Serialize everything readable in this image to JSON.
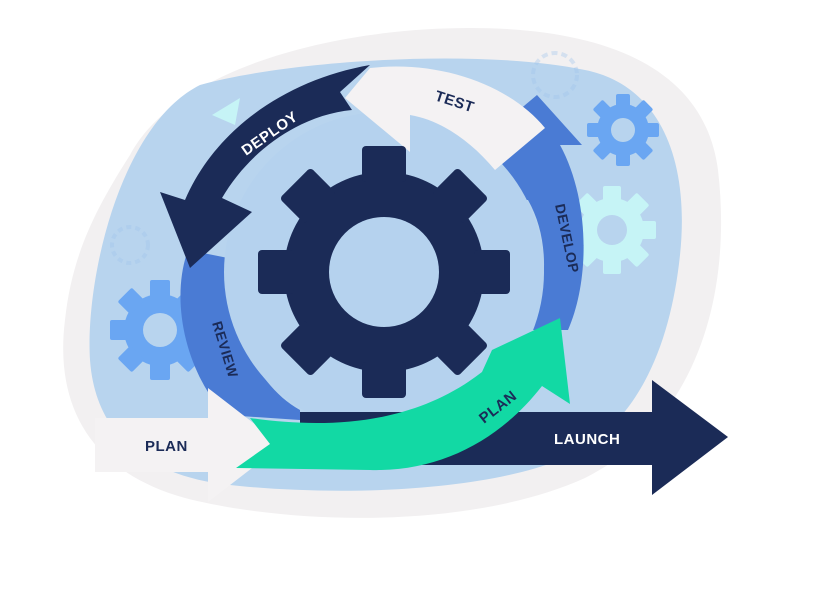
{
  "labels": {
    "deploy": "DEPLOY",
    "test": "TEST",
    "develop": "DEVELOP",
    "review": "REVIEW",
    "plan_arc": "PLAN",
    "plan_left": "PLAN",
    "launch": "LAUNCH"
  },
  "colors": {
    "backdrop": "#f2f0f1",
    "blob": "#b8d4ee",
    "inner_circle": "#b5d2ee",
    "navy": "#1b2b57",
    "blue": "#4a7bd4",
    "light_blue_gear": "#6aa6f2",
    "cyan_gear": "#c6f4f6",
    "green": "#12d9a4",
    "white_arrow": "#f4f2f3"
  },
  "icons": [
    "central-gear-icon",
    "gear-icon"
  ]
}
